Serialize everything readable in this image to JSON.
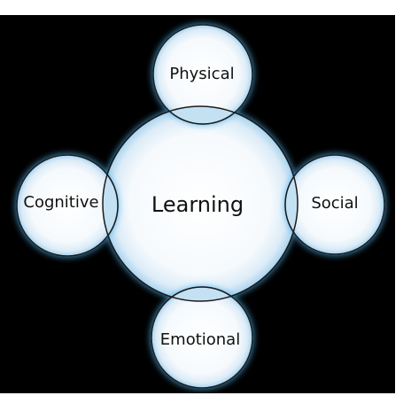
{
  "diagram": {
    "center": {
      "label": "Learning"
    },
    "top": {
      "label": "Physical"
    },
    "left": {
      "label": "Cognitive"
    },
    "right": {
      "label": "Social"
    },
    "bottom": {
      "label": "Emotional"
    }
  },
  "colors": {
    "background": "#000000",
    "frame": "#ffffff",
    "circle_fill": "#f3f8fc",
    "circle_stroke": "#1a1a1a",
    "glow": "#4fb3ee",
    "overlap_fill": "#c4e1f3",
    "text": "#111111"
  }
}
